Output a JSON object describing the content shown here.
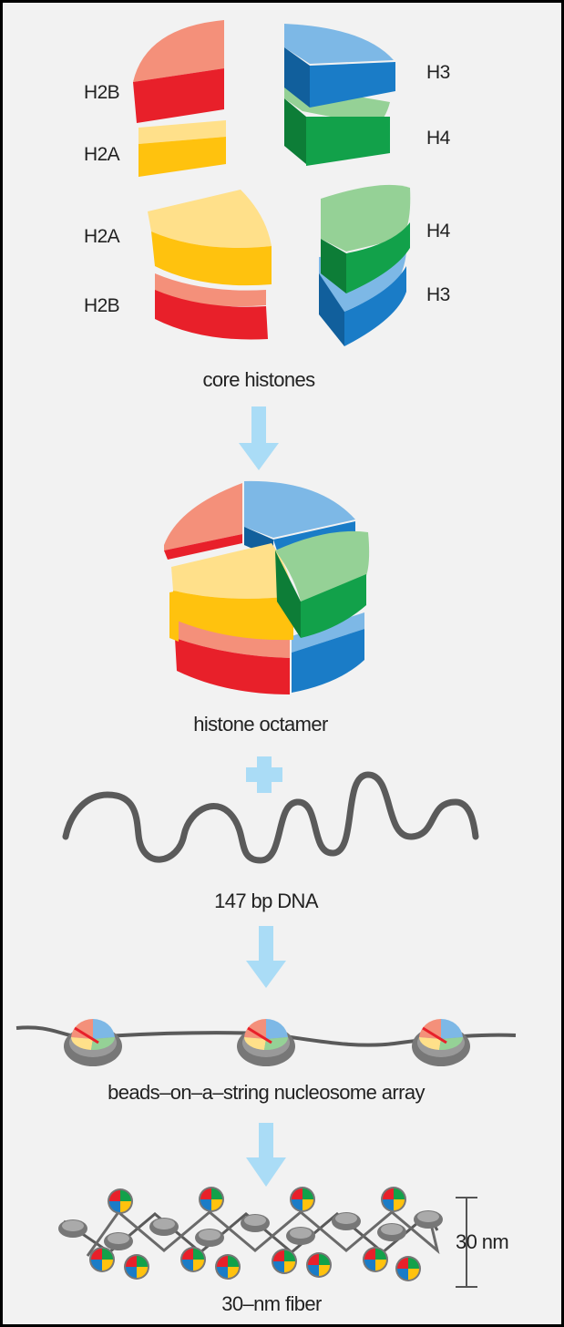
{
  "labels": {
    "left_top_1": "H2B",
    "left_top_2": "H2A",
    "left_bottom_1": "H2A",
    "left_bottom_2": "H2B",
    "right_top_1": "H3",
    "right_top_2": "H4",
    "right_bottom_1": "H4",
    "right_bottom_2": "H3"
  },
  "captions": {
    "core": "core histones",
    "octamer": "histone octamer",
    "dna": "147 bp DNA",
    "beads": "beads–on–a–string nucleosome array",
    "fiber": "30–nm fiber",
    "scale": "30 nm"
  },
  "colors": {
    "h2b": "#e8202a",
    "h2b_light": "#f4907a",
    "h2a": "#ffc20e",
    "h2a_light": "#ffe08a",
    "h3": "#1a7cc7",
    "h3_light": "#7db8e6",
    "h4": "#12a14a",
    "h4_light": "#95d196",
    "arrow": "#aadcf6",
    "dna": "#5a5a5a"
  }
}
